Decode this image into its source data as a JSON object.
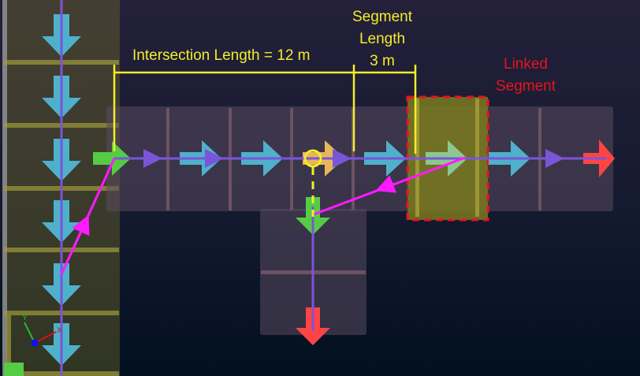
{
  "annotations": {
    "intersection_length": "Intersection Length = 12 m",
    "segment_length_line1": "Segment",
    "segment_length_line2": "Length",
    "segment_length_value": "3 m",
    "linked_segment_line1": "Linked",
    "linked_segment_line2": "Segment"
  },
  "axes": {
    "x": "X",
    "y": "Y"
  },
  "colors": {
    "annotation_yellow": "#f2ee2a",
    "linked_red": "#e8141c",
    "path_purple": "#7a55d8",
    "link_magenta": "#ff1aff",
    "flow_arrow": "#4fb0cc",
    "entry_arrow": "#55cc44",
    "exit_arrow": "#ff4444",
    "selected_arrow": "#e8b65a"
  }
}
